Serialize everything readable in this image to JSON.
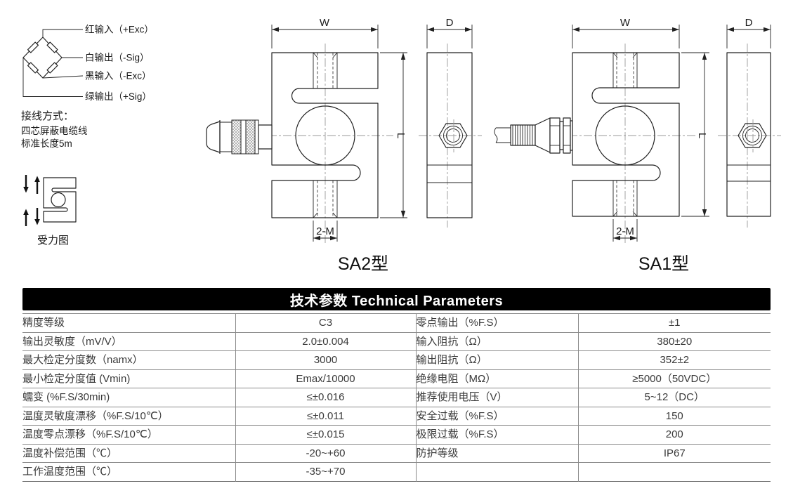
{
  "wiring": {
    "title": "接线方式：",
    "cable_type": "四芯屏蔽电缆线",
    "cable_length": "标准长度5m",
    "leads": [
      "红输入（+Exc）",
      "白输出（-Sig）",
      "黑输入（-Exc）",
      "绿输出（+Sig）"
    ]
  },
  "force_diagram": {
    "caption": "受力图"
  },
  "models": {
    "left": "SA2型",
    "right": "SA1型"
  },
  "dims": {
    "width": "W",
    "depth": "D",
    "length": "L",
    "thread": "2-M"
  },
  "table": {
    "title": "技术参数 Technical Parameters",
    "rows": [
      {
        "c0": "精度等级",
        "c1": "C3",
        "c2": "零点输出（%F.S）",
        "c3": "±1"
      },
      {
        "c0": "输出灵敏度（mV/V）",
        "c1": "2.0±0.004",
        "c2": "输入阻抗（Ω）",
        "c3": "380±20"
      },
      {
        "c0": "最大检定分度数（namx）",
        "c1": "3000",
        "c2": "输出阻抗（Ω）",
        "c3": "352±2"
      },
      {
        "c0": "最小检定分度值 (Vmin)",
        "c1": "Emax/10000",
        "c2": "绝缘电阻（MΩ）",
        "c3": "≥5000（50VDC）"
      },
      {
        "c0": "蠕变 (%F.S/30min)",
        "c1": "≤±0.016",
        "c2": "推荐使用电压（V）",
        "c3": "5~12（DC）"
      },
      {
        "c0": "温度灵敏度漂移（%F.S/10℃）",
        "c1": "≤±0.011",
        "c2": "安全过载（%F.S）",
        "c3": "150"
      },
      {
        "c0": "温度零点漂移（%F.S/10℃）",
        "c1": "≤±0.015",
        "c2": "极限过载（%F.S）",
        "c3": "200"
      },
      {
        "c0": "温度补偿范围（℃）",
        "c1": "-20~+60",
        "c2": "防护等级",
        "c3": "IP67"
      },
      {
        "c0": "工作温度范围（℃）",
        "c1": "-35~+70",
        "c2": "",
        "c3": ""
      }
    ]
  }
}
